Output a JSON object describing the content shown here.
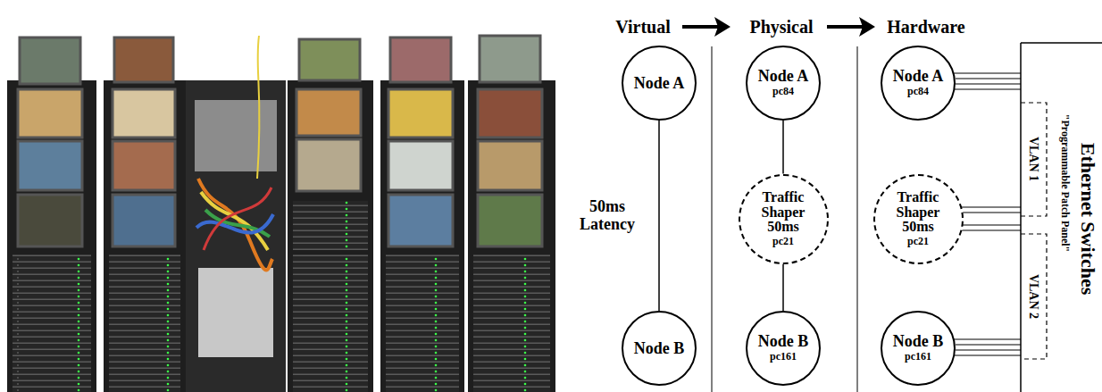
{
  "diagram": {
    "nodes": [
      {
        "text": [
          "Node A"
        ]
      },
      {
        "text": [
          "Node B"
        ]
      },
      {
        "text": [
          "Node A",
          "pc84"
        ]
      },
      {
        "text": [
          "Traffic Shaper 50ms",
          "pc21"
        ]
      },
      {
        "text": [
          "Node B",
          "pc161"
        ]
      },
      {
        "text": [
          "Node A",
          "pc84"
        ]
      },
      {
        "text": [
          "Traffic Shaper 50ms",
          "pc21"
        ]
      },
      {
        "text": [
          "Node B",
          "pc161"
        ]
      }
    ],
    "edges": [
      {
        "from": 0,
        "to": 1,
        "arrow": "none",
        "label": "50ms Latency"
      },
      {
        "from": 2,
        "to": 3,
        "arrow": "none"
      },
      {
        "from": 3,
        "to": 4,
        "arrow": "none"
      }
    ],
    "labels": [
      "Virtual",
      "Physical",
      "Hardware",
      "VLAN 1",
      "VLAN 2",
      "\"Programmable Patch Panel\"",
      "Ethernet Switches"
    ]
  }
}
